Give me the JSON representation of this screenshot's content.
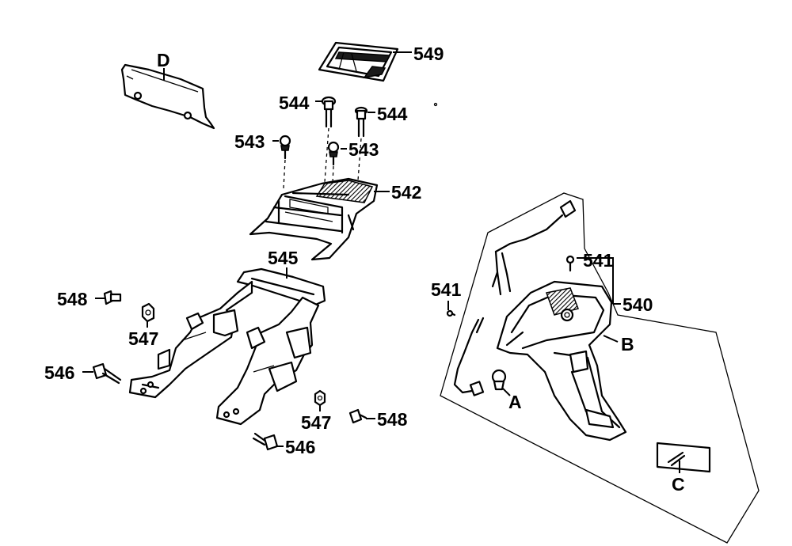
{
  "labels": {
    "d": "D",
    "p549": "549",
    "p544a": "544",
    "p544b": "544",
    "p543a": "543",
    "p543b": "543",
    "p542": "542",
    "p545": "545",
    "p548a": "548",
    "p547a": "547",
    "p546a": "546",
    "p547b": "547",
    "p548b": "548",
    "p546b": "546",
    "p541a": "541",
    "p541b": "541",
    "p540": "540",
    "b": "B",
    "a": "A",
    "c": "C"
  }
}
